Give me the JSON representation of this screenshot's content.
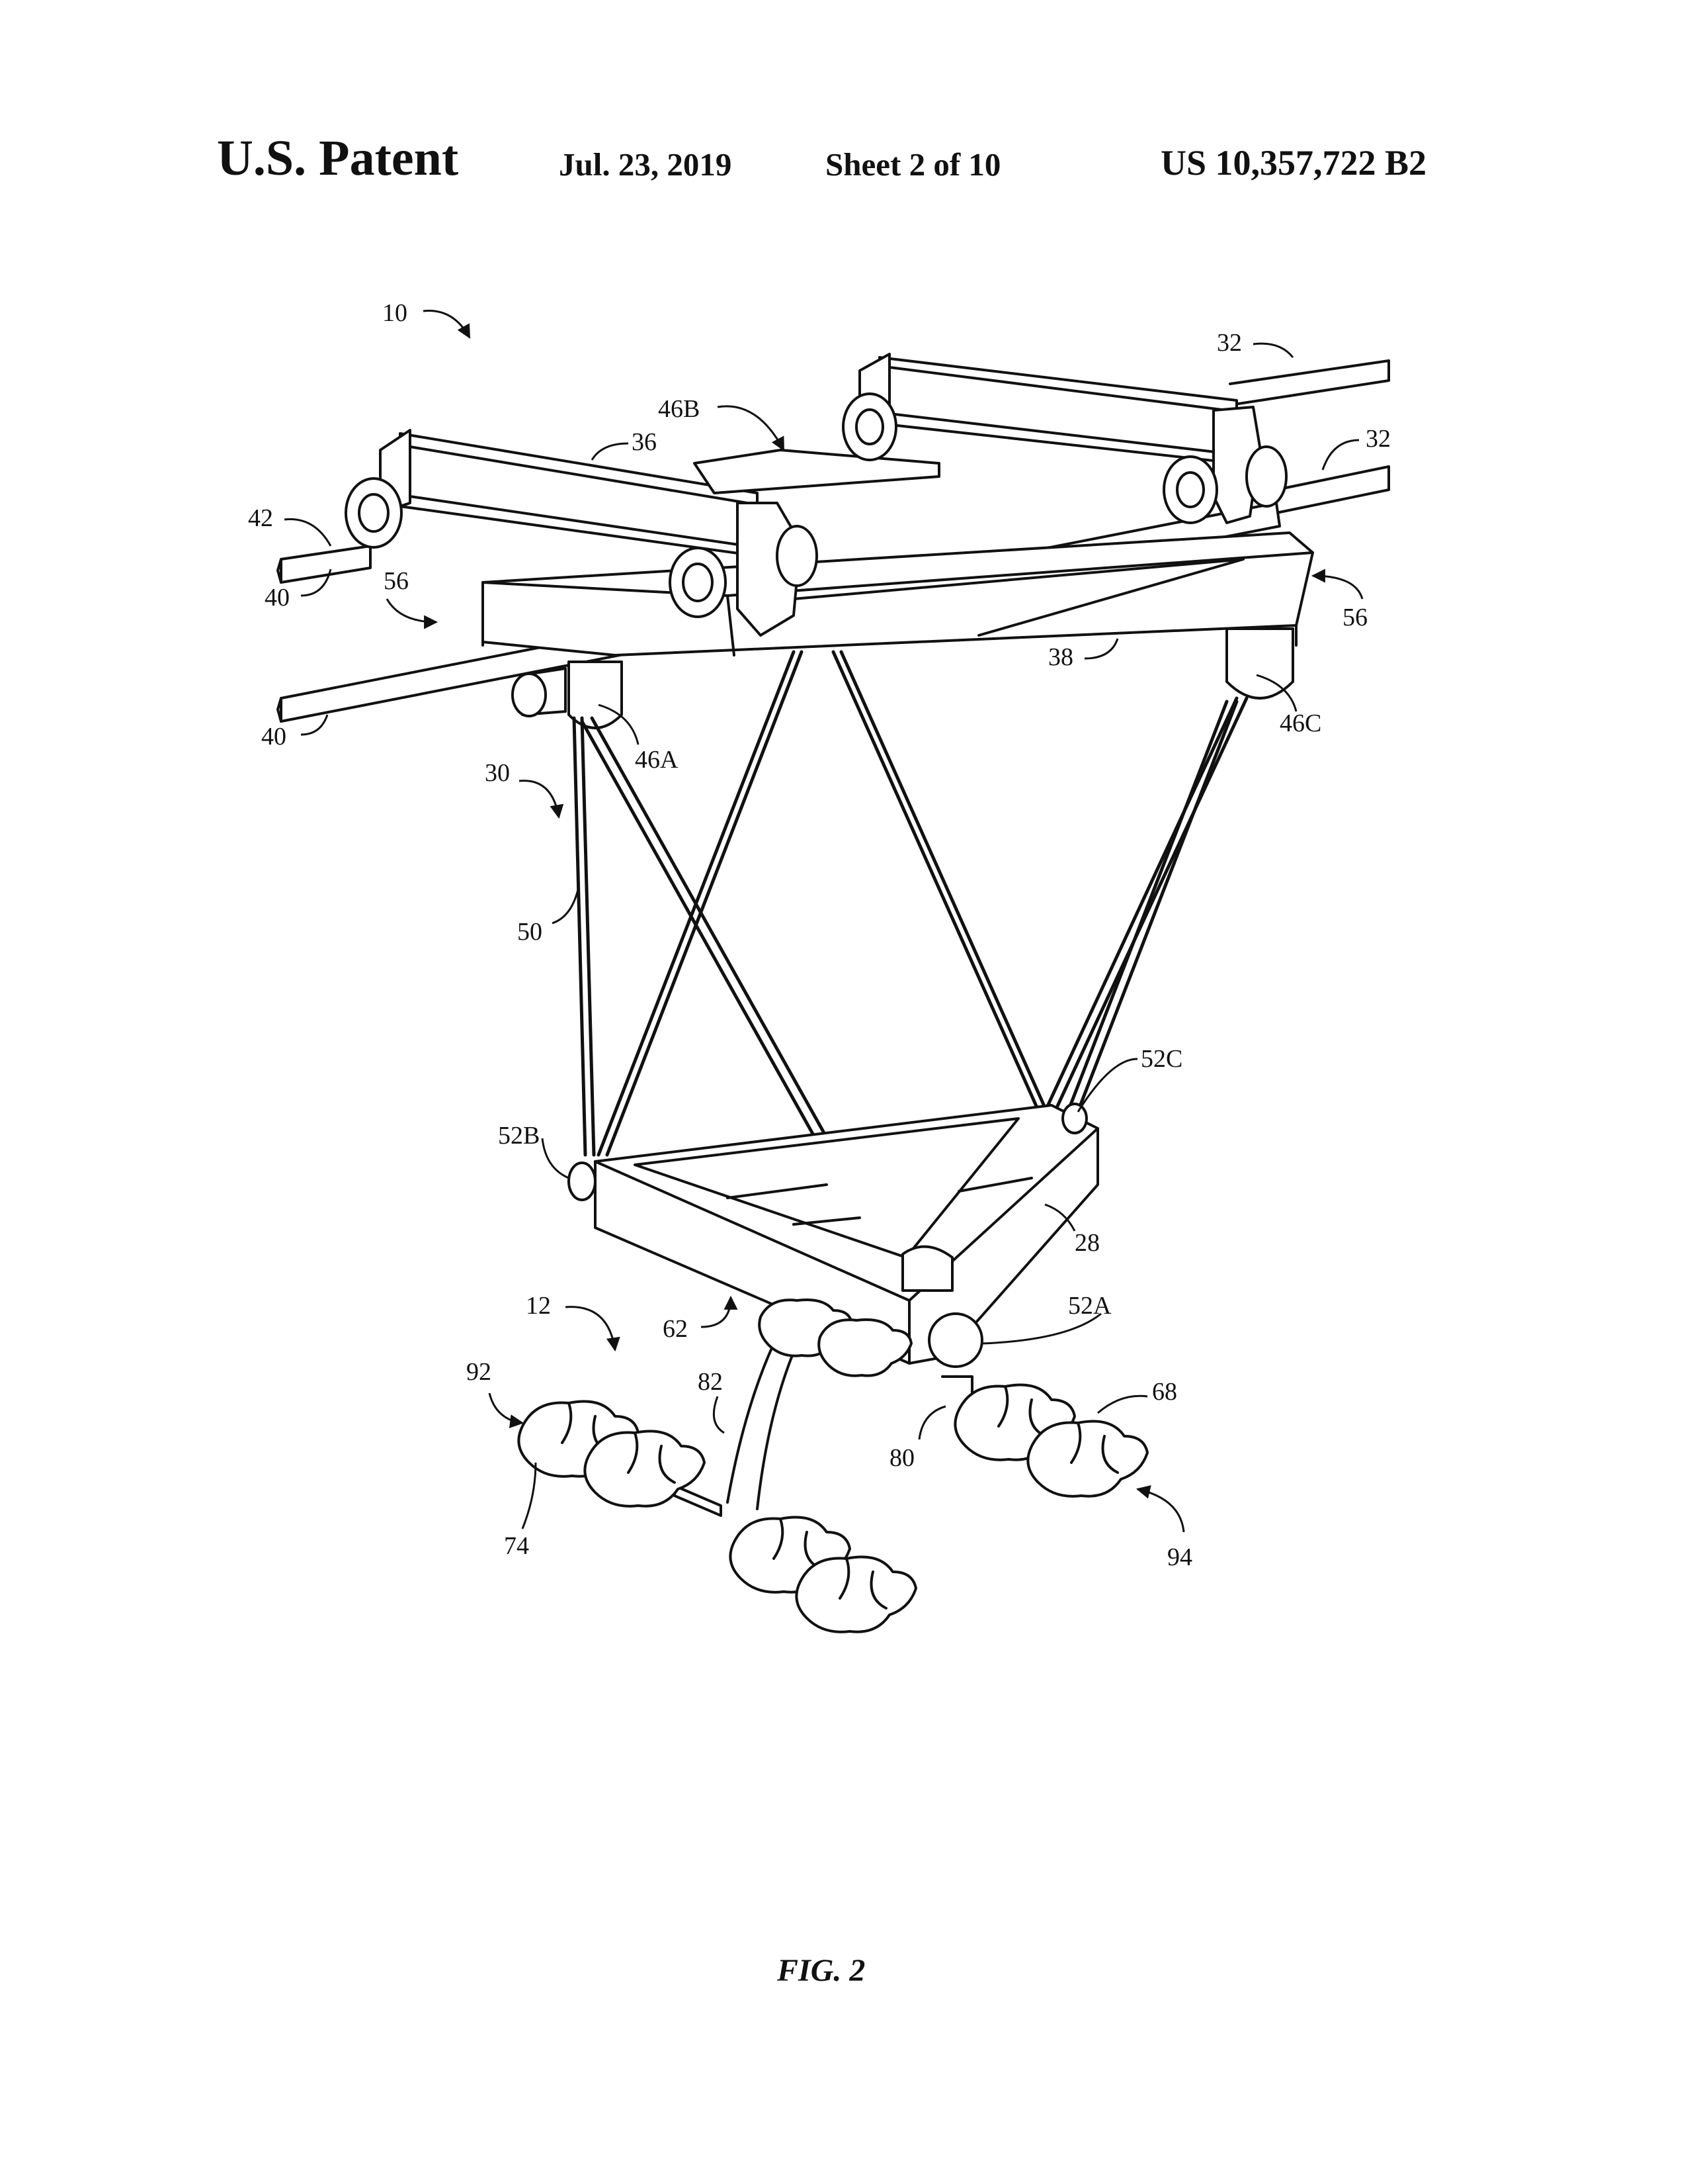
{
  "header": {
    "patent_label": "U.S. Patent",
    "date": "Jul. 23, 2019",
    "sheet": "Sheet 2 of 10",
    "patent_number": "US 10,357,722 B2"
  },
  "figure": {
    "label": "FIG. 2",
    "reference_numerals": {
      "r10": "10",
      "r32a": "32",
      "r32b": "32",
      "r46b": "46B",
      "r36": "36",
      "r42": "42",
      "r40a": "40",
      "r40b": "40",
      "r56a": "56",
      "r56b": "56",
      "r38": "38",
      "r46a": "46A",
      "r46c": "46C",
      "r30": "30",
      "r50": "50",
      "r52c": "52C",
      "r52b": "52B",
      "r28": "28",
      "r12": "12",
      "r62": "62",
      "r52a": "52A",
      "r92": "92",
      "r82": "82",
      "r68": "68",
      "r80": "80",
      "r74": "74",
      "r94": "94"
    }
  }
}
